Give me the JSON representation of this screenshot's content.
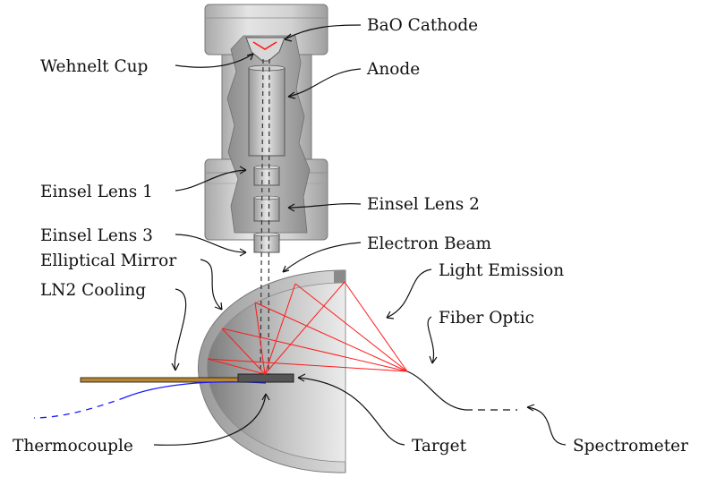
{
  "labels": {
    "bao_cathode": "BaO Cathode",
    "wehnelt_cup": "Wehnelt Cup",
    "anode": "Anode",
    "einsel_lens_1": "Einsel Lens 1",
    "einsel_lens_2": "Einsel Lens 2",
    "einsel_lens_3": "Einsel Lens 3",
    "electron_beam": "Electron Beam",
    "elliptical_mirror": "Elliptical Mirror",
    "light_emission": "Light Emission",
    "ln2_cooling": "LN2 Cooling",
    "fiber_optic": "Fiber Optic",
    "thermocouple": "Thermocouple",
    "target": "Target",
    "spectrometer": "Spectrometer"
  },
  "colors": {
    "light_rays": "#ff1a1a",
    "cooling_rod": "#b8862e",
    "thermocouple_wire": "#1a1aff",
    "housing": "#cfcfcf",
    "mirror_outer": "#b0b0b0",
    "target": "#555555"
  }
}
